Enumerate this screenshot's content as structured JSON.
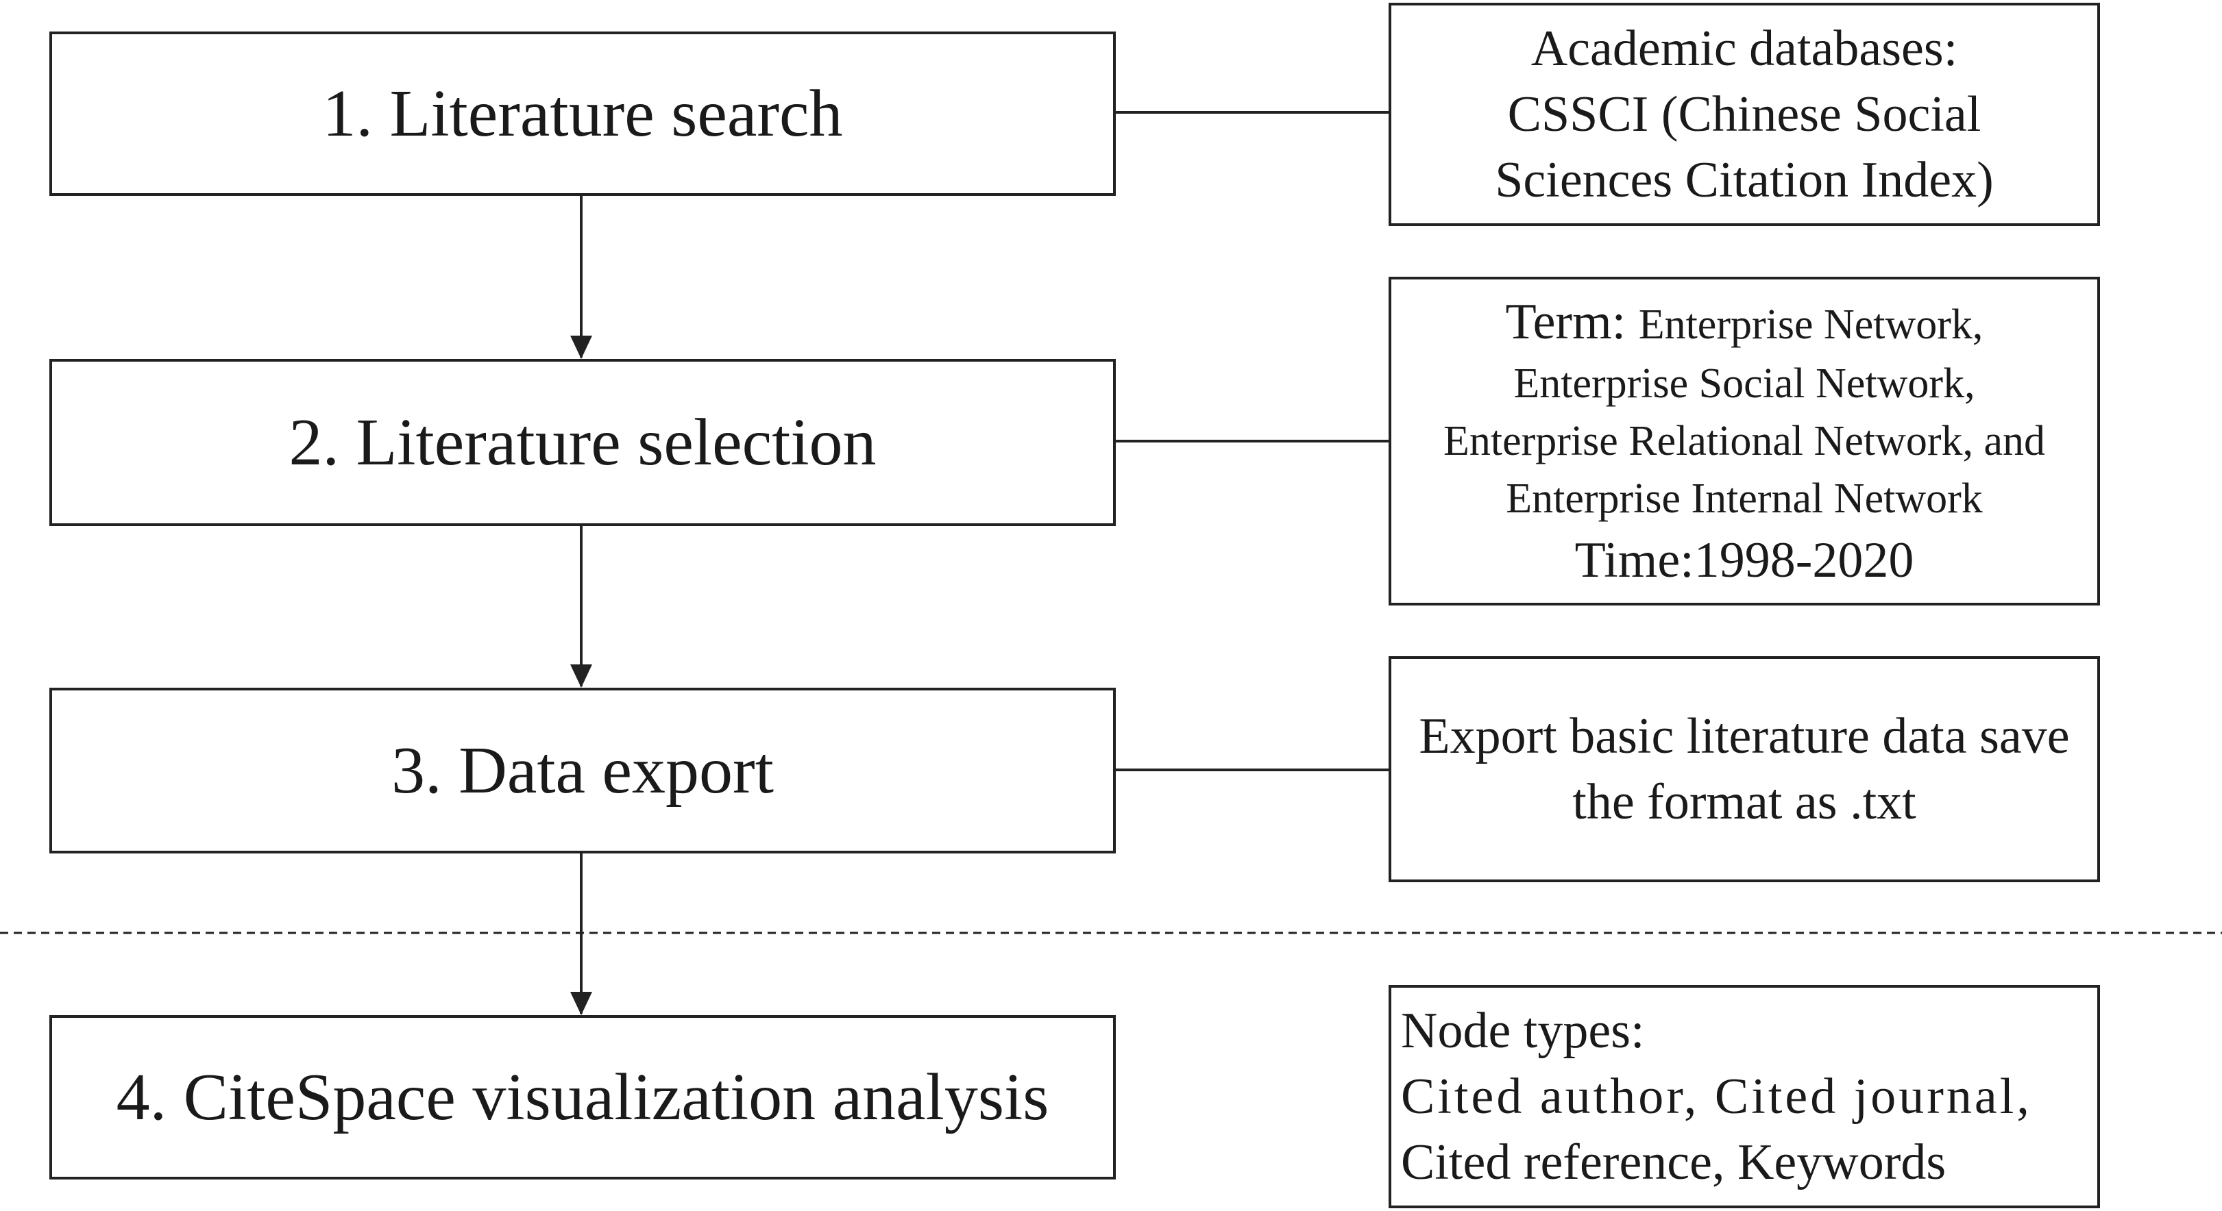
{
  "steps": [
    {
      "label": "1. Literature search"
    },
    {
      "label": "2. Literature selection"
    },
    {
      "label": "3. Data export"
    },
    {
      "label": "4. CiteSpace visualization analysis"
    }
  ],
  "notes": {
    "databases": {
      "line1": "Academic databases:",
      "line2": "CSSCI (Chinese Social",
      "line3": "Sciences Citation Index)"
    },
    "terms": {
      "term_label": "Term: ",
      "term_line1": "Enterprise Network,",
      "line2": "Enterprise Social Network,",
      "line3": "Enterprise Relational Network, and",
      "line4": "Enterprise Internal Network",
      "time": "Time:1998-2020"
    },
    "export": {
      "line1": "Export basic literature data save",
      "line2": "the format as .txt"
    },
    "nodes": {
      "line1": "Node types:",
      "line2": "Cited author, Cited journal,",
      "line3": "Cited reference, Keywords"
    }
  },
  "colors": {
    "stroke": "#222222",
    "text": "#1a1a1a",
    "background": "#ffffff"
  }
}
